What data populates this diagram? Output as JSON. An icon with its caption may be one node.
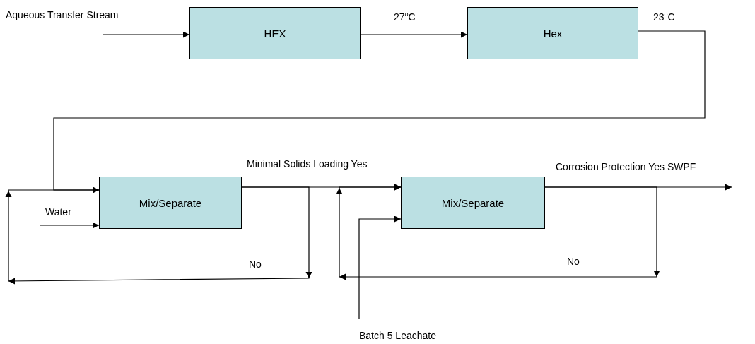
{
  "diagram": {
    "nodes": [
      {
        "text": [
          "Aqueous Transfer Stream"
        ]
      },
      {
        "text": [
          "HEX"
        ]
      },
      {
        "text": [
          "Hex"
        ]
      },
      {
        "text": [
          "Water"
        ]
      },
      {
        "text": [
          "Mix/Separate"
        ]
      },
      {
        "text": [
          "Mix/Separate"
        ]
      },
      {
        "text": [
          "Batch 5 Leachate"
        ]
      }
    ],
    "edges": [
      {
        "from": 0,
        "to": 1,
        "arrow": "to"
      },
      {
        "from": 1,
        "to": 2,
        "arrow": "to",
        "label": "27$^{o}$C"
      },
      {
        "from": 2,
        "to": 4,
        "arrow": "to",
        "label": "23$^{o}$C"
      },
      {
        "from": 3,
        "to": 4,
        "arrow": "to"
      },
      {
        "from": 4,
        "to": 5,
        "arrow": "to",
        "label": "Minimal Solids Loading Yes"
      },
      {
        "from": 4,
        "to": 4,
        "arrow": "to",
        "label": "No"
      },
      {
        "from": 6,
        "to": 5,
        "arrow": "to"
      },
      {
        "from": 5,
        "to": null,
        "arrow": "to",
        "label": "Corrosion Protection Yes SWPF"
      },
      {
        "from": 5,
        "to": 5,
        "arrow": "to",
        "label": "No"
      }
    ]
  }
}
